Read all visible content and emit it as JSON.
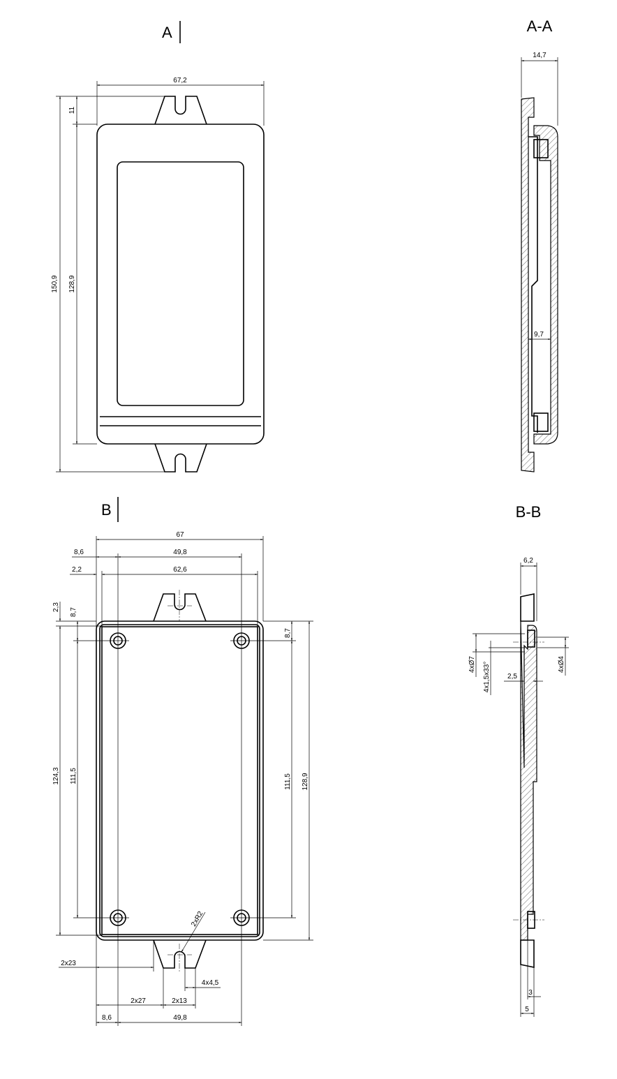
{
  "view_a": {
    "title": "A",
    "dims": {
      "width": "67,2",
      "total_height": "150,9",
      "body_height": "128,9",
      "tab_height": "11"
    }
  },
  "section_aa": {
    "title": "A-A",
    "dims": {
      "depth": "14,7",
      "inner_depth": "9,7"
    }
  },
  "view_b": {
    "title": "B",
    "dims": {
      "width": "67",
      "hole_offset_top": "8,6",
      "hole_spacing_top": "49,8",
      "wall_offset": "2,2",
      "inner_width": "62,6",
      "top_step": "2,3",
      "hole_offset_v_left": "8,7",
      "inner_height": "124,3",
      "hole_spacing_v_left": "111,5",
      "hole_offset_v_right": "8,7",
      "hole_spacing_v_right": "111,5",
      "body_height": "128,9",
      "tab_radius": "2xR2",
      "tab_offset": "2x23",
      "slot_width": "4x4,5",
      "tab_pos": "2x27",
      "tab_width": "2x13",
      "hole_offset_bottom": "8,6",
      "hole_spacing_bottom": "49,8"
    }
  },
  "section_bb": {
    "title": "B-B",
    "dims": {
      "depth": "6,2",
      "counterbore": "4xØ7",
      "chamfer": "4x1,5x33°",
      "wall": "2,5",
      "hole": "4xØ4",
      "plate": "3",
      "total": "5"
    }
  }
}
